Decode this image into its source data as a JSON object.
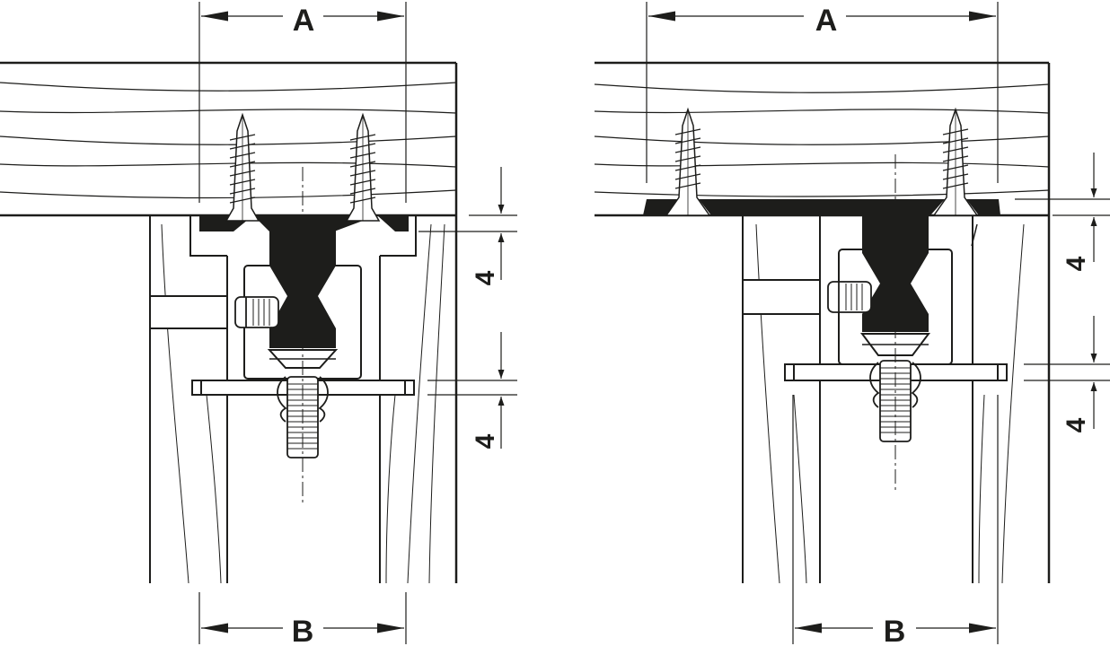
{
  "diagram": {
    "left": {
      "dim_top": "A",
      "dim_bottom": "B",
      "dim_upper_gap": "4",
      "dim_lower_gap": "4"
    },
    "right": {
      "dim_top": "A",
      "dim_bottom": "B",
      "dim_upper_gap": "4",
      "dim_lower_gap": "4"
    }
  },
  "colors": {
    "ink": "#1d1d1b",
    "paper": "#ffffff"
  }
}
